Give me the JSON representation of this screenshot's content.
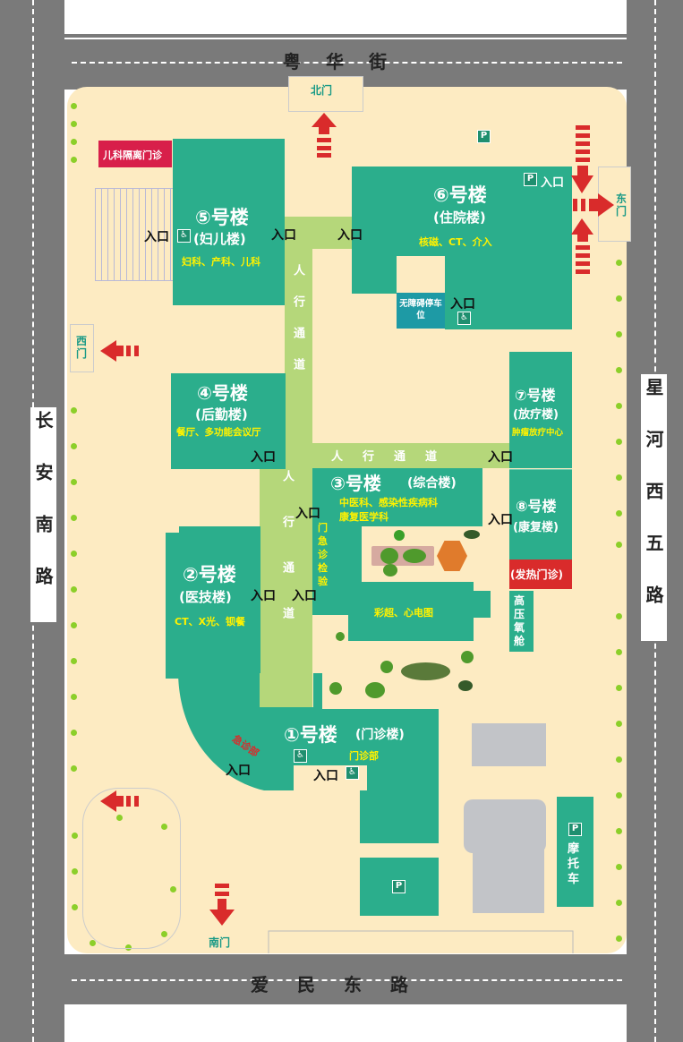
{
  "streets": {
    "north": "粤华街",
    "south": "爱民东路",
    "west": "长安南路",
    "east": "星河西五路"
  },
  "gates": {
    "north": "北门",
    "east": "东门",
    "west": "西门",
    "south": "南门"
  },
  "entrance_label": "入口",
  "walkway": "人行通道",
  "pediatric_isolation": "儿科隔离门诊",
  "accessible_parking": "无障碍停车位",
  "fever_clinic": "(发热门诊)",
  "hyperbaric": "高压氧舱",
  "motorcycle": "摩托车",
  "parking_label": "P",
  "emergency_dept": "急诊部",
  "emergency_lab": "门急诊检验",
  "outpatient_dept": "门诊部",
  "ultrasound": "彩超、心电图",
  "buildings": [
    {
      "name": "①号楼",
      "sub": "(门诊楼)"
    },
    {
      "name": "②号楼",
      "sub": "(医技楼)",
      "desc": "CT、X光、钡餐"
    },
    {
      "name": "③号楼",
      "sub": "(综合楼)",
      "desc": "中医科、感染性疾病科",
      "desc2": "康复医学科"
    },
    {
      "name": "④号楼",
      "sub": "(后勤楼)",
      "desc": "餐厅、多功能会议厅"
    },
    {
      "name": "⑤号楼",
      "sub": "(妇儿楼)",
      "desc": "妇科、产科、儿科"
    },
    {
      "name": "⑥号楼",
      "sub": "(住院楼)",
      "desc": "核磁、CT、介入"
    },
    {
      "name": "⑦号楼",
      "sub": "(放疗楼)",
      "desc": "肿瘤放疗中心"
    },
    {
      "name": "⑧号楼",
      "sub": "(康复楼)"
    }
  ],
  "colors": {
    "building": "#2bae8c",
    "walkway": "#b5d77a",
    "ground": "#fdebc2",
    "alert": "#d92b2b"
  }
}
